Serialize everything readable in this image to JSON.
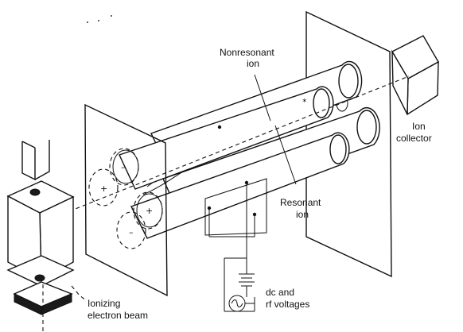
{
  "labels": {
    "nonresonant": [
      "Nonresonant",
      "ion"
    ],
    "resonant": [
      "Resonant",
      "ion"
    ],
    "collector": [
      "Ion",
      "collector"
    ],
    "voltages": [
      "dc and",
      "rf voltages"
    ],
    "beam": [
      "Ionizing",
      "electron beam"
    ]
  },
  "rod_signs": {
    "upper_left": "+",
    "upper_right": "–",
    "lower_left": "–",
    "lower_right": "+"
  }
}
